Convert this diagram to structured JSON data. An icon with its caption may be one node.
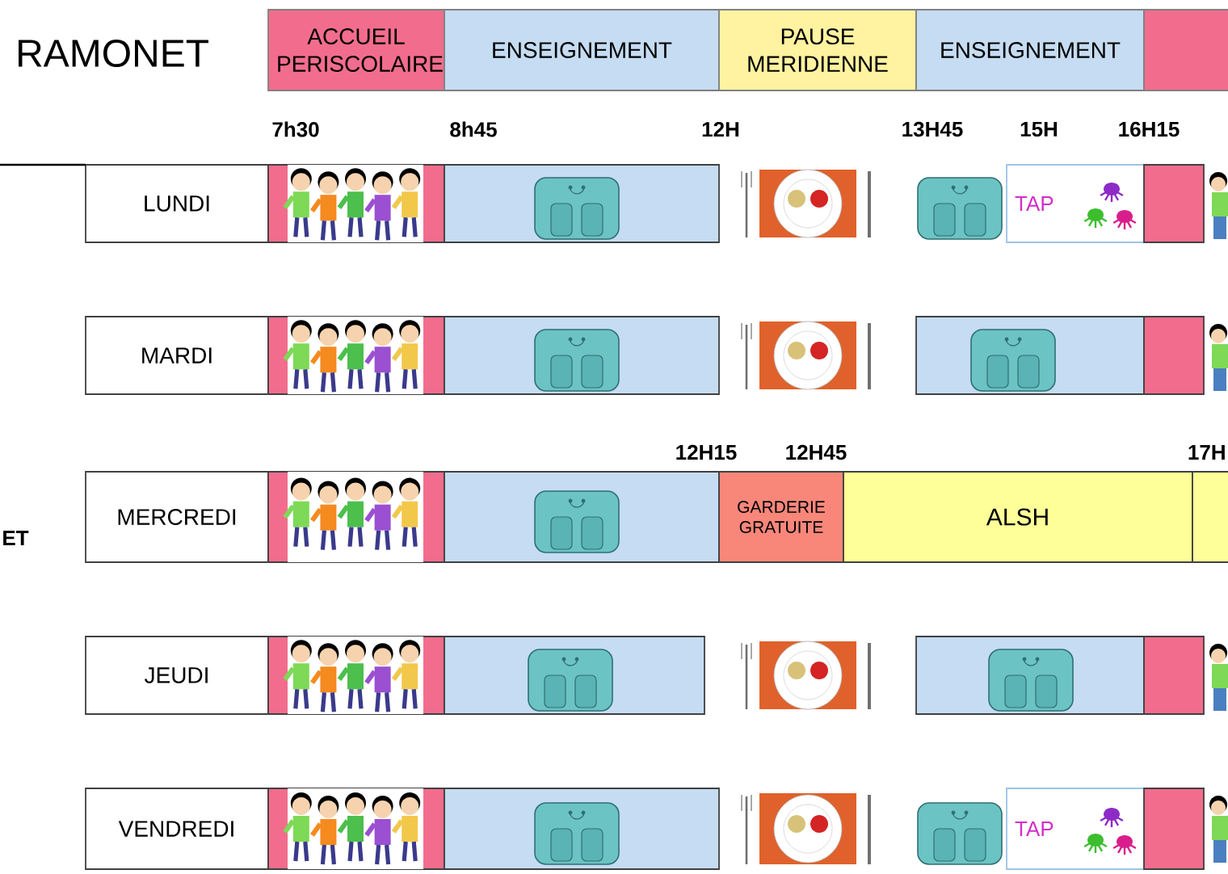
{
  "diagram": {
    "title": "RAMONET",
    "nodes": [
      {
        "text": [
          "ACCUEIL PERISCOLAIRE"
        ]
      },
      {
        "text": [
          "ENSEIGNEMENT"
        ]
      },
      {
        "text": [
          "PAUSE MERIDIENNE"
        ]
      },
      {
        "text": [
          "ENSEIGNEMENT"
        ]
      },
      {
        "text": [],
        "shape": "box"
      },
      {
        "text": [
          "LUNDI"
        ]
      },
      {
        "text": [],
        "shape": "box"
      },
      {
        "text": [],
        "shape": "box"
      },
      {
        "text": [
          "TAP"
        ]
      },
      {
        "text": [],
        "shape": "box"
      },
      {
        "text": [
          "MARDI"
        ]
      },
      {
        "text": [],
        "shape": "box"
      },
      {
        "text": [],
        "shape": "box"
      },
      {
        "text": [],
        "shape": "box"
      },
      {
        "text": [],
        "shape": "box"
      },
      {
        "text": [
          "MERCREDI"
        ]
      },
      {
        "text": [],
        "shape": "box"
      },
      {
        "text": [],
        "shape": "box"
      },
      {
        "text": [
          "GARDERIE GRATUITE"
        ]
      },
      {
        "text": [
          "ALSH"
        ]
      },
      {
        "text": [],
        "shape": "box"
      },
      {
        "text": [
          "JEUDI"
        ]
      },
      {
        "text": [],
        "shape": "box"
      },
      {
        "text": [],
        "shape": "box"
      },
      {
        "text": [],
        "shape": "box"
      },
      {
        "text": [],
        "shape": "box"
      },
      {
        "text": [
          "VENDREDI"
        ]
      },
      {
        "text": [],
        "shape": "box"
      },
      {
        "text": [],
        "shape": "box"
      },
      {
        "text": [
          "TAP"
        ]
      },
      {
        "text": [],
        "shape": "box"
      }
    ],
    "labels": [
      "7h30",
      "8h45",
      "12H",
      "13H45",
      "15H",
      "16H15",
      "12H15",
      "12H45",
      "17H",
      "ET"
    ]
  }
}
